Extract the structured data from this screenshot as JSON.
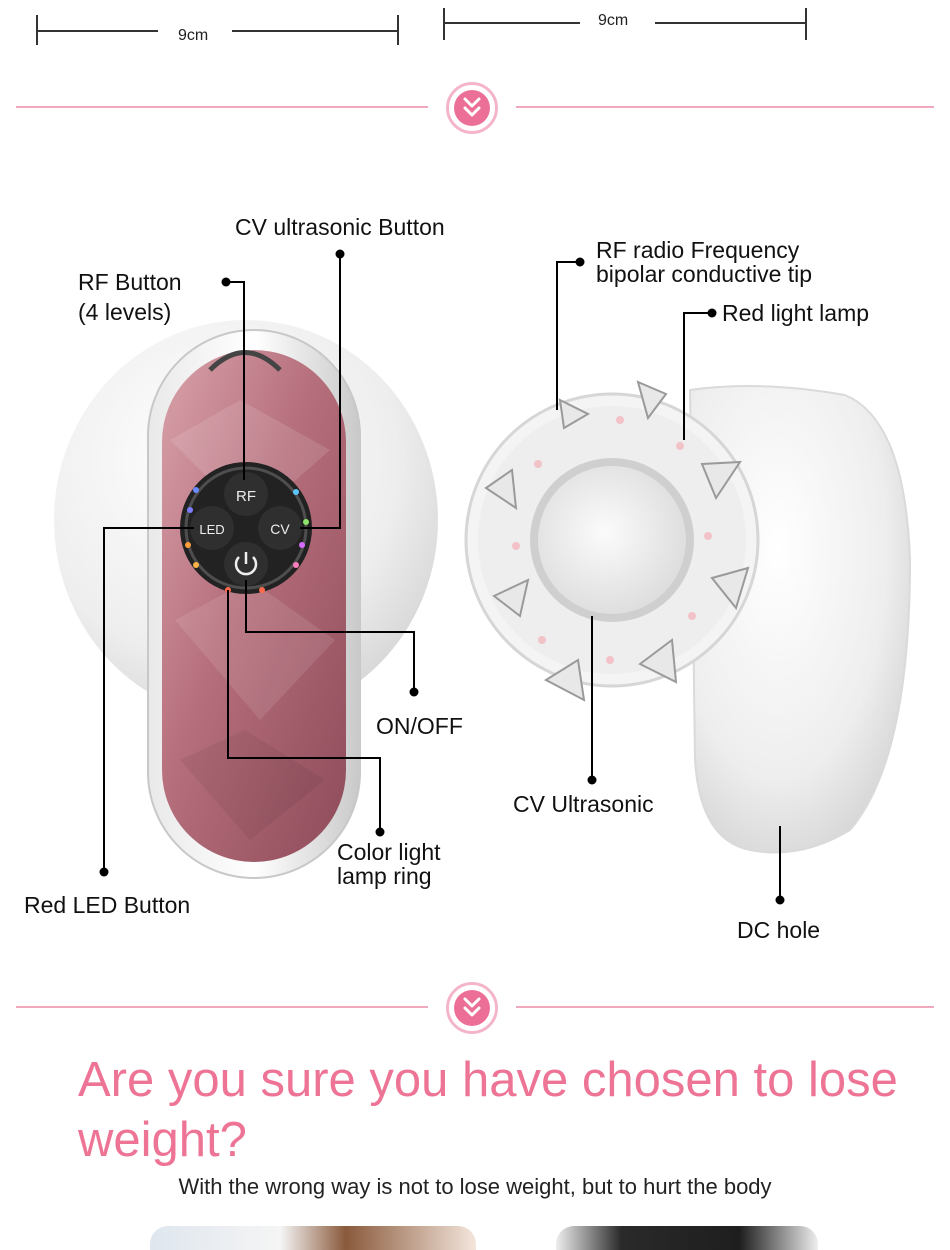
{
  "dimensions": {
    "left_label": "9cm",
    "right_label": "9cm"
  },
  "annotations": {
    "cv_button": "CV ultrasonic Button",
    "rf_button_line1": "RF Button",
    "rf_button_line2": "(4 levels)",
    "rf_tip_line1": "RF radio Frequency",
    "rf_tip_line2": "bipolar conductive tip",
    "red_light_lamp": "Red light lamp",
    "on_off": "ON/OFF",
    "cv_ultrasonic": "CV Ultrasonic",
    "color_ring_line1": "Color light",
    "color_ring_line2": "lamp ring",
    "red_led_button": "Red LED Button",
    "dc_hole": "DC hole"
  },
  "device_buttons": {
    "rf": "RF",
    "led": "LED",
    "cv": "CV"
  },
  "section": {
    "headline": "Are you sure you have chosen to lose weight?",
    "subline": "With the wrong way is not to lose weight, but to hurt the body"
  },
  "colors": {
    "accent_pink": "#ee7496",
    "divider_pink": "#f0a8bd",
    "device_rose": "#b8707c"
  },
  "icons": {
    "divider": "double-chevron-down-icon"
  }
}
